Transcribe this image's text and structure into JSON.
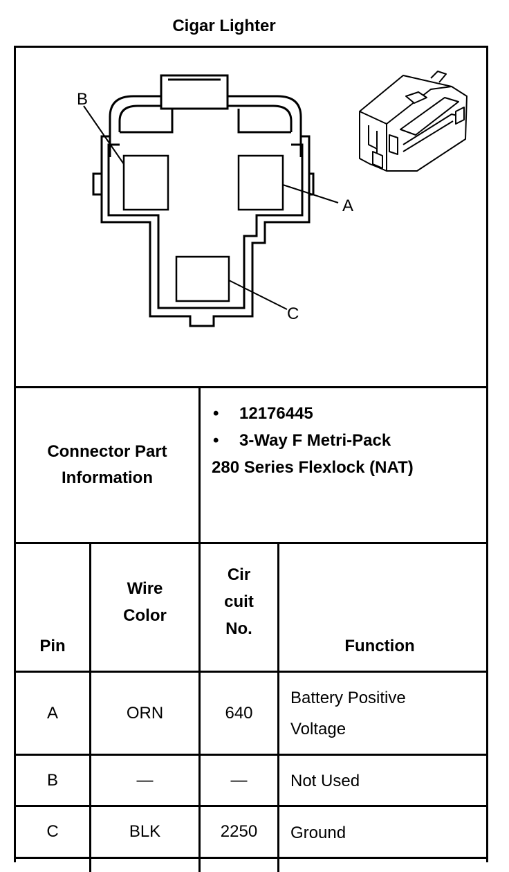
{
  "title": "Cigar Lighter",
  "diagram": {
    "callouts": [
      "B",
      "A",
      "C"
    ]
  },
  "connector_info": {
    "label_line1": "Connector Part",
    "label_line2": "Information",
    "bullets": [
      {
        "bullet": "•",
        "text": "12176445"
      },
      {
        "bullet": "•",
        "text": "3-Way F Metri-Pack"
      }
    ],
    "continuation": "280 Series Flexlock (NAT)"
  },
  "table": {
    "headers": {
      "pin": "Pin",
      "wire_color_1": "Wire",
      "wire_color_2": "Color",
      "circuit_1": "Cir",
      "circuit_2": "cuit",
      "circuit_3": "No.",
      "function": "Function"
    },
    "rows": [
      {
        "pin": "A",
        "wire": "ORN",
        "circuit": "640",
        "function_1": "Battery Positive",
        "function_2": "Voltage"
      },
      {
        "pin": "B",
        "wire": "—",
        "circuit": "—",
        "function_1": "Not Used",
        "function_2": ""
      },
      {
        "pin": "C",
        "wire": "BLK",
        "circuit": "2250",
        "function_1": "Ground",
        "function_2": ""
      }
    ]
  }
}
